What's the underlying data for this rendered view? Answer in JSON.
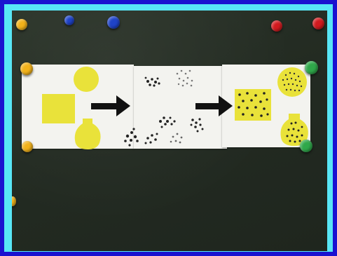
{
  "scene": {
    "colors": {
      "outer_frame": "#1a12d0",
      "border": "#58e6f6",
      "board": "#252d24",
      "paper": "#f3f3ef",
      "yellow_shape": "#e9e23a",
      "arrow": "#111111",
      "magnet_yellow": "#f2b21a",
      "magnet_blue": "#1f43c8",
      "magnet_red": "#d21a1f",
      "magnet_green": "#2fa84a"
    },
    "icons": [
      "circle-shape",
      "square-shape",
      "vase-shape",
      "arrow-right",
      "particle-clusters",
      "magnet"
    ]
  }
}
